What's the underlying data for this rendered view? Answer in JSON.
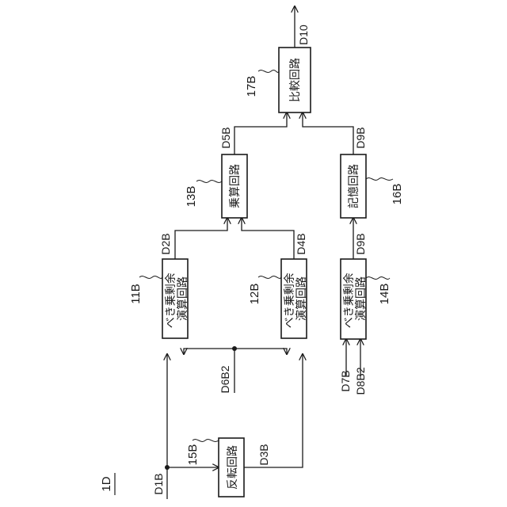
{
  "figure_label": "1D",
  "blocks": {
    "invert": {
      "ref": "15B",
      "label": "反転回路"
    },
    "powmod1": {
      "ref": "11B",
      "label_line1": "べき乗剰余",
      "label_line2": "演算回路"
    },
    "powmod2": {
      "ref": "12B",
      "label_line1": "べき乗剰余",
      "label_line2": "演算回路"
    },
    "multiply": {
      "ref": "13B",
      "label": "乗算回路"
    },
    "powmod3": {
      "ref": "14B",
      "label_line1": "べき乗剰余",
      "label_line2": "演算回路"
    },
    "memory": {
      "ref": "16B",
      "label": "記憶回路"
    },
    "compare": {
      "ref": "17B",
      "label": "比較回路"
    }
  },
  "signals": {
    "d1": "D1B",
    "d2": "D2B",
    "d3": "D3B",
    "d4": "D4B",
    "d5": "D5B",
    "d6": "D6B2",
    "d7": "D7B",
    "d8": "D8B2",
    "d9_in": "D9B",
    "d9_out": "D9B",
    "d10": "D10"
  }
}
